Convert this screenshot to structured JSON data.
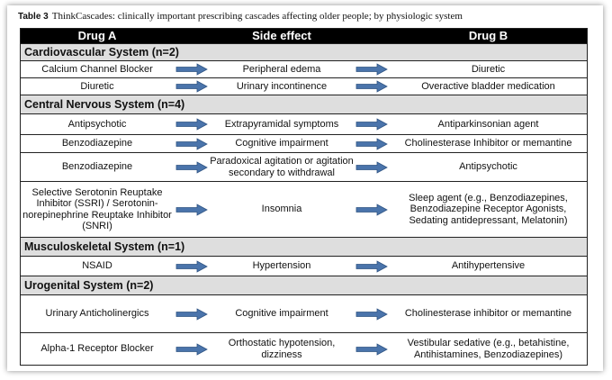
{
  "caption": {
    "label": "Table 3",
    "text": "ThinkCascades: clinically important prescribing cascades affecting older people; by physiologic system"
  },
  "headers": {
    "drug_a": "Drug A",
    "side_effect": "Side effect",
    "drug_b": "Drug B"
  },
  "arrow_color": "#4a74ab",
  "sections": [
    {
      "title": "Cardiovascular System (n=2)",
      "rows": [
        {
          "a": "Calcium Channel Blocker",
          "s": "Peripheral edema",
          "b": "Diuretic"
        },
        {
          "a": "Diuretic",
          "s": "Urinary incontinence",
          "b": "Overactive bladder medication"
        }
      ]
    },
    {
      "title": "Central Nervous System (n=4)",
      "rows": [
        {
          "a": "Antipsychotic",
          "s": "Extrapyramidal symptoms",
          "b": "Antiparkinsonian agent"
        },
        {
          "a": "Benzodiazepine",
          "s": "Cognitive impairment",
          "b": "Cholinesterase Inhibitor or memantine"
        },
        {
          "a": "Benzodiazepine",
          "s": "Paradoxical agitation or agitation secondary to withdrawal",
          "b": "Antipsychotic"
        },
        {
          "a": "Selective Serotonin Reuptake Inhibitor (SSRI) / Serotonin-norepinephrine Reuptake Inhibitor (SNRI)",
          "s": "Insomnia",
          "b": "Sleep agent (e.g., Benzodiazepines, Benzodiazepine Receptor Agonists, Sedating antidepressant, Melatonin)"
        }
      ]
    },
    {
      "title": "Musculoskeletal System (n=1)",
      "rows": [
        {
          "a": "NSAID",
          "s": "Hypertension",
          "b": "Antihypertensive"
        }
      ]
    },
    {
      "title": "Urogenital System (n=2)",
      "rows": [
        {
          "a": "Urinary Anticholinergics",
          "s": "Cognitive impairment",
          "b": "Cholinesterase inhibitor or memantine"
        },
        {
          "a": "Alpha-1 Receptor Blocker",
          "s": "Orthostatic hypotension, dizziness",
          "b": "Vestibular sedative (e.g., betahistine, Antihistamines, Benzodiazepines)"
        }
      ]
    }
  ]
}
